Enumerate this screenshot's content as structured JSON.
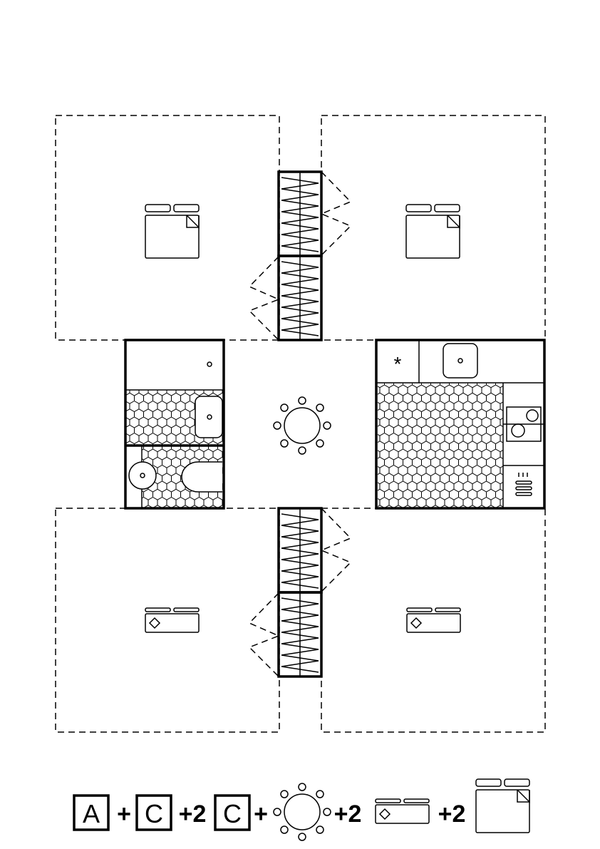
{
  "formula": {
    "term1_letter": "A",
    "plus1": "+",
    "term2_letter": "C",
    "plus2": "+2",
    "term3_letter": "C",
    "plus3": "+",
    "dining_icon": "round-dining-table-icon",
    "plus4": "+2",
    "sofa_icon": "sofa-bed-icon",
    "plus5": "+2",
    "bed_icon": "double-bed-icon"
  },
  "floor_plan": {
    "fridge_symbol": "*",
    "hatch_color": "#000000",
    "background": "#ffffff"
  }
}
